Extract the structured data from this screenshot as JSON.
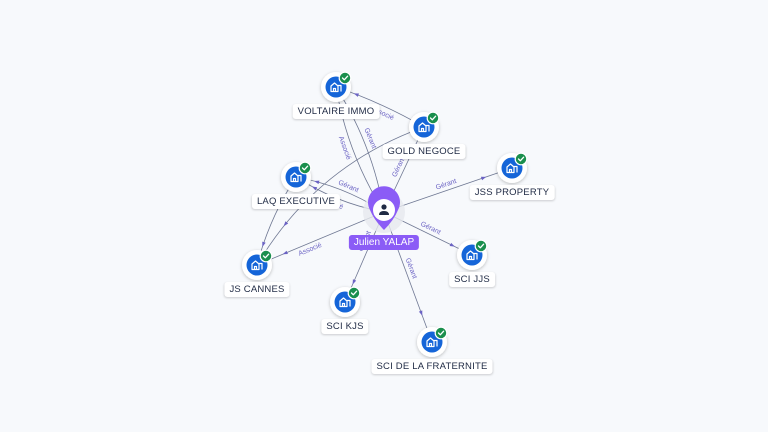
{
  "center": {
    "name": "Julien YALAP",
    "icon": "person-icon",
    "color": "#8b5cf6"
  },
  "colors": {
    "node": "#1565d8",
    "badge": "#1a8f4d",
    "edge": "#6f7893",
    "edge_label": "#6b63c4"
  },
  "companies": [
    {
      "id": "voltaire",
      "name": "VOLTAIRE IMMO",
      "icon": "company-icon"
    },
    {
      "id": "gold",
      "name": "GOLD NEGOCE",
      "icon": "company-icon"
    },
    {
      "id": "laq",
      "name": "LAQ EXECUTIVE",
      "icon": "company-icon"
    },
    {
      "id": "jss",
      "name": "JSS PROPERTY",
      "icon": "company-icon"
    },
    {
      "id": "jscannes",
      "name": "JS CANNES",
      "icon": "company-icon"
    },
    {
      "id": "scijjs",
      "name": "SCI JJS",
      "icon": "company-icon"
    },
    {
      "id": "scikjs",
      "name": "SCI KJS",
      "icon": "company-icon"
    },
    {
      "id": "scifrat",
      "name": "SCI DE LA FRATERNITE",
      "icon": "company-icon"
    }
  ],
  "edges": [
    {
      "id": "e1",
      "from": "center",
      "to": "voltaire",
      "label": "Gérant"
    },
    {
      "id": "e2",
      "from": "center",
      "to": "voltaire",
      "label": "Associé"
    },
    {
      "id": "e3",
      "from": "gold",
      "to": "voltaire",
      "label": "Associé"
    },
    {
      "id": "e4",
      "from": "center",
      "to": "gold",
      "label": "Gérant"
    },
    {
      "id": "e5",
      "from": "center",
      "to": "laq",
      "label": "Gérant"
    },
    {
      "id": "e6",
      "from": "center",
      "to": "laq",
      "label": "Associé"
    },
    {
      "id": "e7",
      "from": "center",
      "to": "jss",
      "label": "Gérant"
    },
    {
      "id": "e8",
      "from": "center",
      "to": "jscannes",
      "label": "Associé"
    },
    {
      "id": "e9",
      "from": "center",
      "to": "scijjs",
      "label": "Gérant"
    },
    {
      "id": "e10",
      "from": "center",
      "to": "scikjs",
      "label": "Gérant"
    },
    {
      "id": "e11",
      "from": "center",
      "to": "scifrat",
      "label": "Gérant"
    },
    {
      "id": "e12",
      "from": "gold",
      "to": "jscannes",
      "label": ""
    },
    {
      "id": "e13",
      "from": "laq",
      "to": "jscannes",
      "label": ""
    }
  ]
}
